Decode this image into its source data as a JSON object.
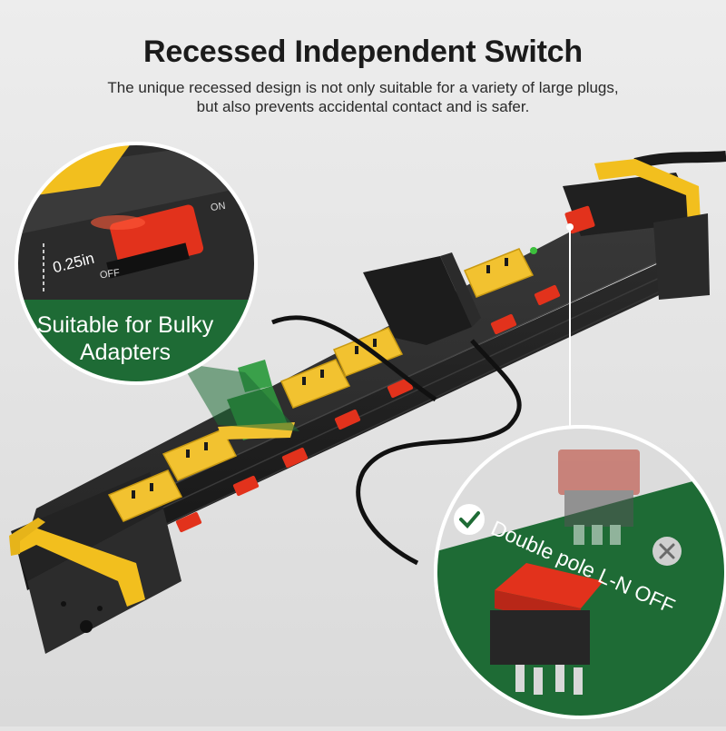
{
  "header": {
    "title": "Recessed Independent Switch",
    "subtitle_line1": "The unique recessed design is not only suitable for a variety of large plugs,",
    "subtitle_line2": "but also prevents accidental contact and is safer."
  },
  "callout_left": {
    "label_line1": "Suitable for Bulky",
    "label_line2": "Adapters",
    "measurement": "0.25in",
    "switch_on": "ON",
    "switch_off": "OFF",
    "icon": "zoom-magnifier-circle"
  },
  "callout_right": {
    "label": "Double pole L-N OFF",
    "check_icon": "check-icon",
    "cross_icon": "close-icon"
  },
  "colors": {
    "background": "#e4e4e4",
    "strip_body": "#2a2a2a",
    "outlet_yellow": "#f2c230",
    "switch_red": "#e2321c",
    "accent_green": "#1e6b35",
    "bracket_yellow": "#f2bf1e"
  }
}
